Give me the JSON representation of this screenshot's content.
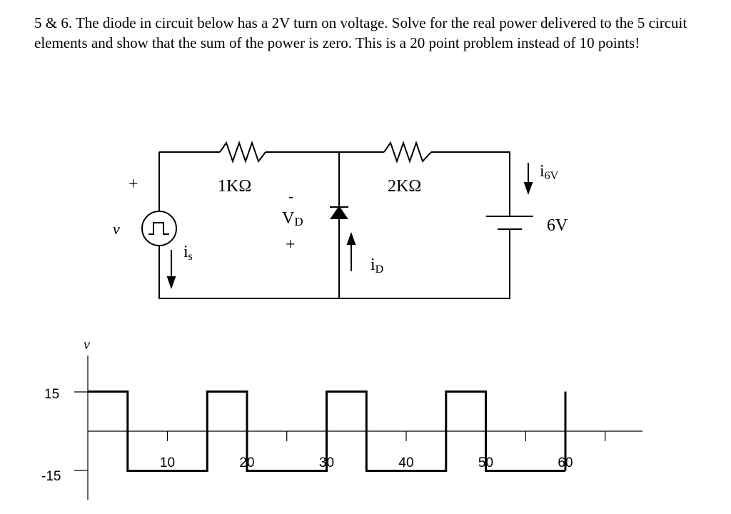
{
  "problem": {
    "text": "5 & 6.  The diode in circuit below has a 2V turn on voltage.   Solve for the real power delivered to the 5 circuit elements and show that the sum of the power is zero.  This is a 20 point problem instead of 10 points!"
  },
  "circuit": {
    "resistor1": "1KΩ",
    "resistor2": "2KΩ",
    "source_voltage": "v",
    "source_plus": "+",
    "source_current": "i",
    "source_current_sub": "s",
    "diode_voltage": "V",
    "diode_voltage_sub": "D",
    "diode_minus": "-",
    "diode_plus": "+",
    "diode_current": "i",
    "diode_current_sub": "D",
    "battery_voltage": "6V",
    "battery_current": "i",
    "battery_current_sub": "6V"
  },
  "waveform": {
    "y_label": "v",
    "y_ticks": [
      "15",
      "-15"
    ],
    "x_ticks": [
      "10",
      "20",
      "30",
      "40",
      "50",
      "60"
    ],
    "chart_data": {
      "type": "line",
      "shape": "square wave",
      "ylabel": "v",
      "high": 15,
      "low": -15,
      "x": [
        0,
        5,
        5,
        15,
        15,
        20,
        20,
        30,
        30,
        35,
        35,
        45,
        45,
        50,
        50,
        60
      ],
      "y": [
        15,
        15,
        -15,
        -15,
        15,
        15,
        -15,
        -15,
        15,
        15,
        -15,
        -15,
        15,
        15,
        -15,
        -15
      ],
      "x_ticks": [
        10,
        20,
        30,
        40,
        50,
        60
      ],
      "y_ticks": [
        15,
        -15
      ]
    }
  }
}
